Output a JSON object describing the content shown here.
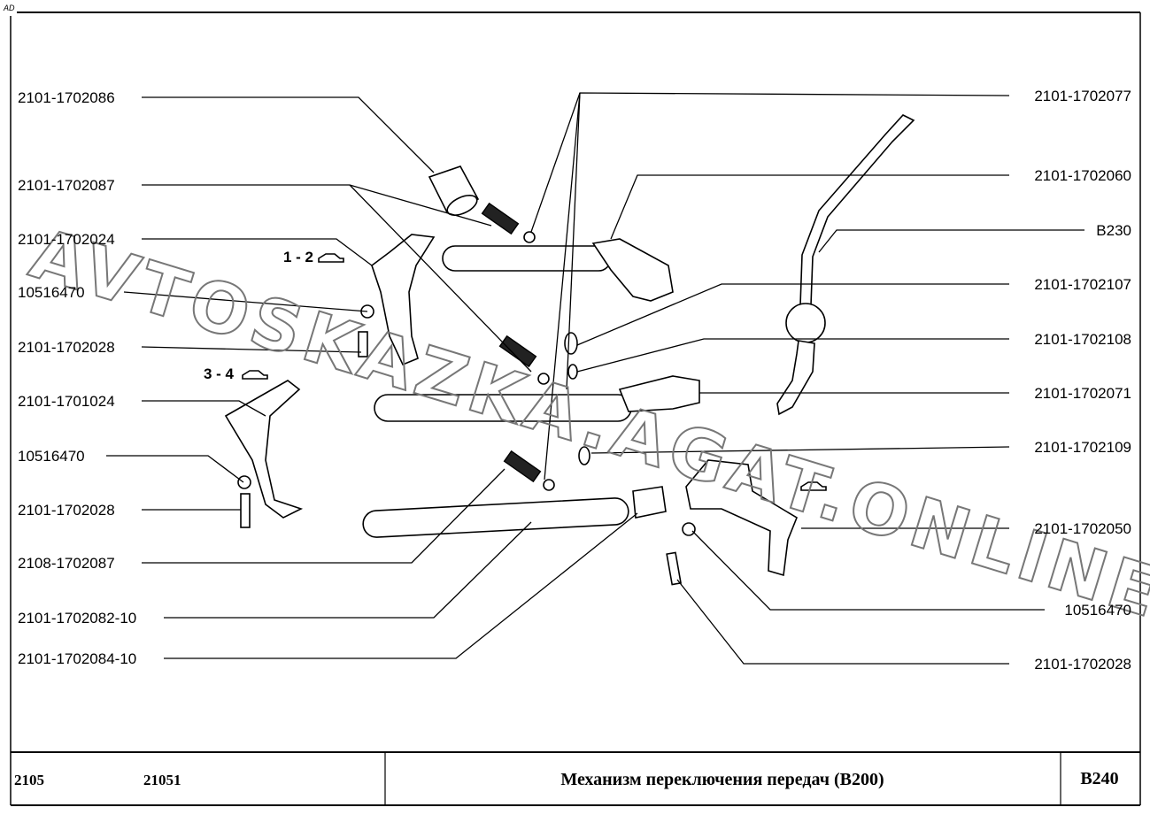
{
  "corner_mark": "AD",
  "watermark": "AVTOSKAZKA.AGAT.ONLINE",
  "gear_labels": {
    "g12": "1 - 2",
    "g34": "3 - 4"
  },
  "left_labels": [
    "2101-1702086",
    "2101-1702087",
    "2101-1702024",
    "10516470",
    "2101-1702028",
    "2101-1701024",
    "10516470",
    "2101-1702028",
    "2108-1702087",
    "2101-1702082-10",
    "2101-1702084-10"
  ],
  "right_labels": [
    "2101-1702077",
    "2101-1702060",
    "B230",
    "2101-1702107",
    "2101-1702108",
    "2101-1702071",
    "2101-1702109",
    "2101-1702050",
    "10516470",
    "2101-1702028"
  ],
  "footer": {
    "model": "2105",
    "variant": "21051",
    "title": "Механизм переключения передач (B200)",
    "code": "B240"
  }
}
